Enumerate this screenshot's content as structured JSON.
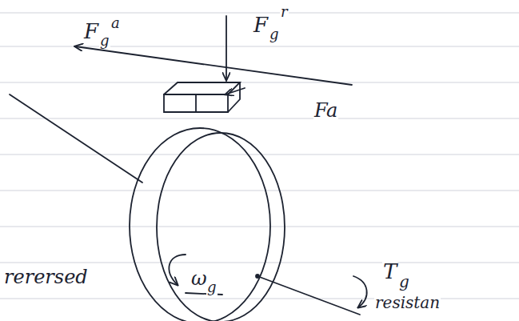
{
  "diagram": {
    "labels": [
      "F",
      "g",
      "a",
      "F",
      "g",
      "r",
      "Fa",
      "ω",
      "g",
      "T",
      "g",
      "resistan",
      "rerersed"
    ]
  }
}
